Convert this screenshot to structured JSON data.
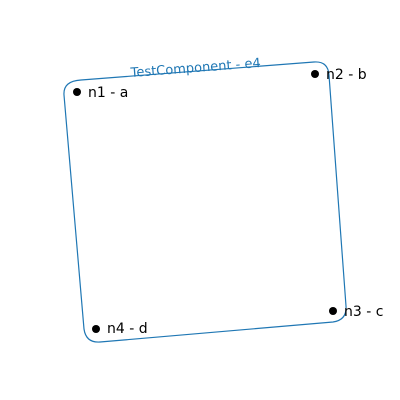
{
  "diagram": {
    "component_label": "TestComponent - e4",
    "colors": {
      "boundary": "#1f77b4",
      "node": "#000000",
      "label": "#000000",
      "background": "#ffffff"
    },
    "nodes": [
      {
        "id": "n1",
        "label": "n1 - a"
      },
      {
        "id": "n2",
        "label": "n2 - b"
      },
      {
        "id": "n3",
        "label": "n3 - c"
      },
      {
        "id": "n4",
        "label": "n4 - d"
      }
    ]
  }
}
